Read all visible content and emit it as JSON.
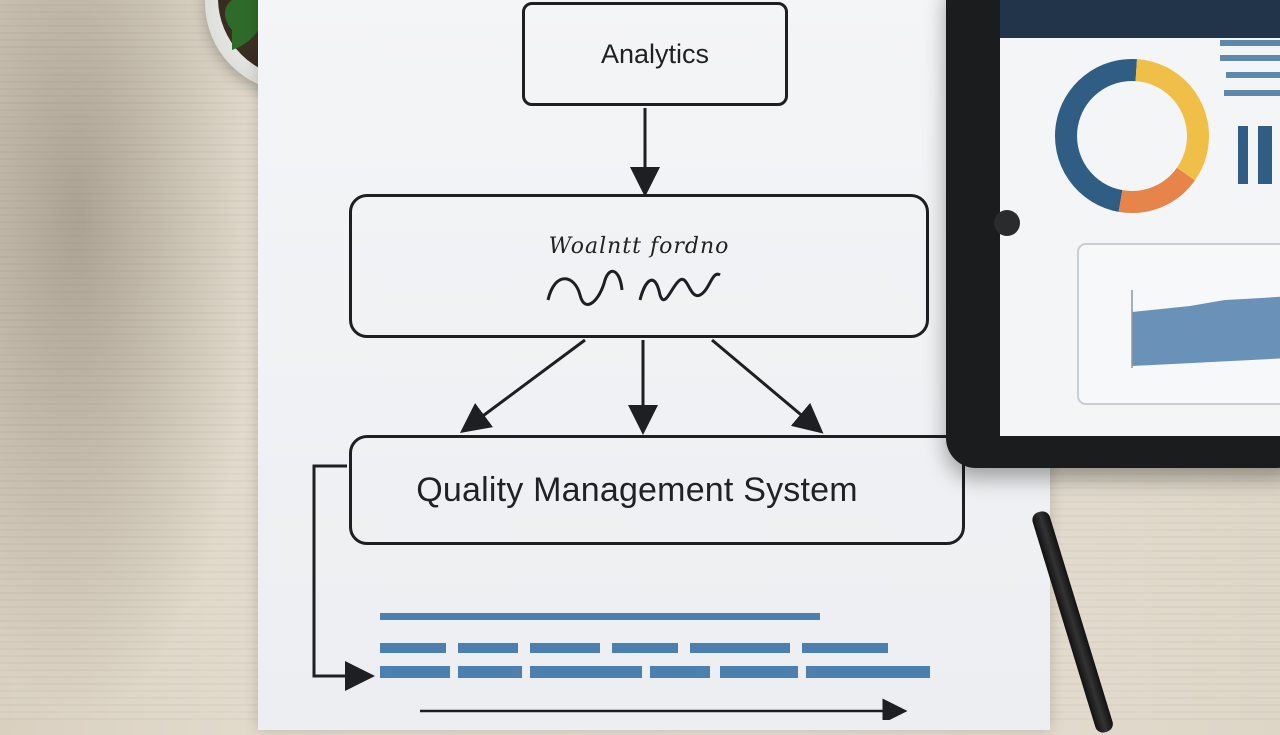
{
  "diagram": {
    "top_box_label": "Analytics",
    "middle_box_scribble": "Woalntt fordno",
    "bottom_box_label": "Quality Management System"
  },
  "colors": {
    "line": "#1d1f22",
    "bar_blue": "#4a7fb0",
    "donut_blue": "#2f5d84",
    "donut_yellow": "#f0bf48",
    "donut_orange": "#e6844a"
  },
  "icons": [
    "plant-icon",
    "tablet-icon",
    "pen-icon"
  ]
}
